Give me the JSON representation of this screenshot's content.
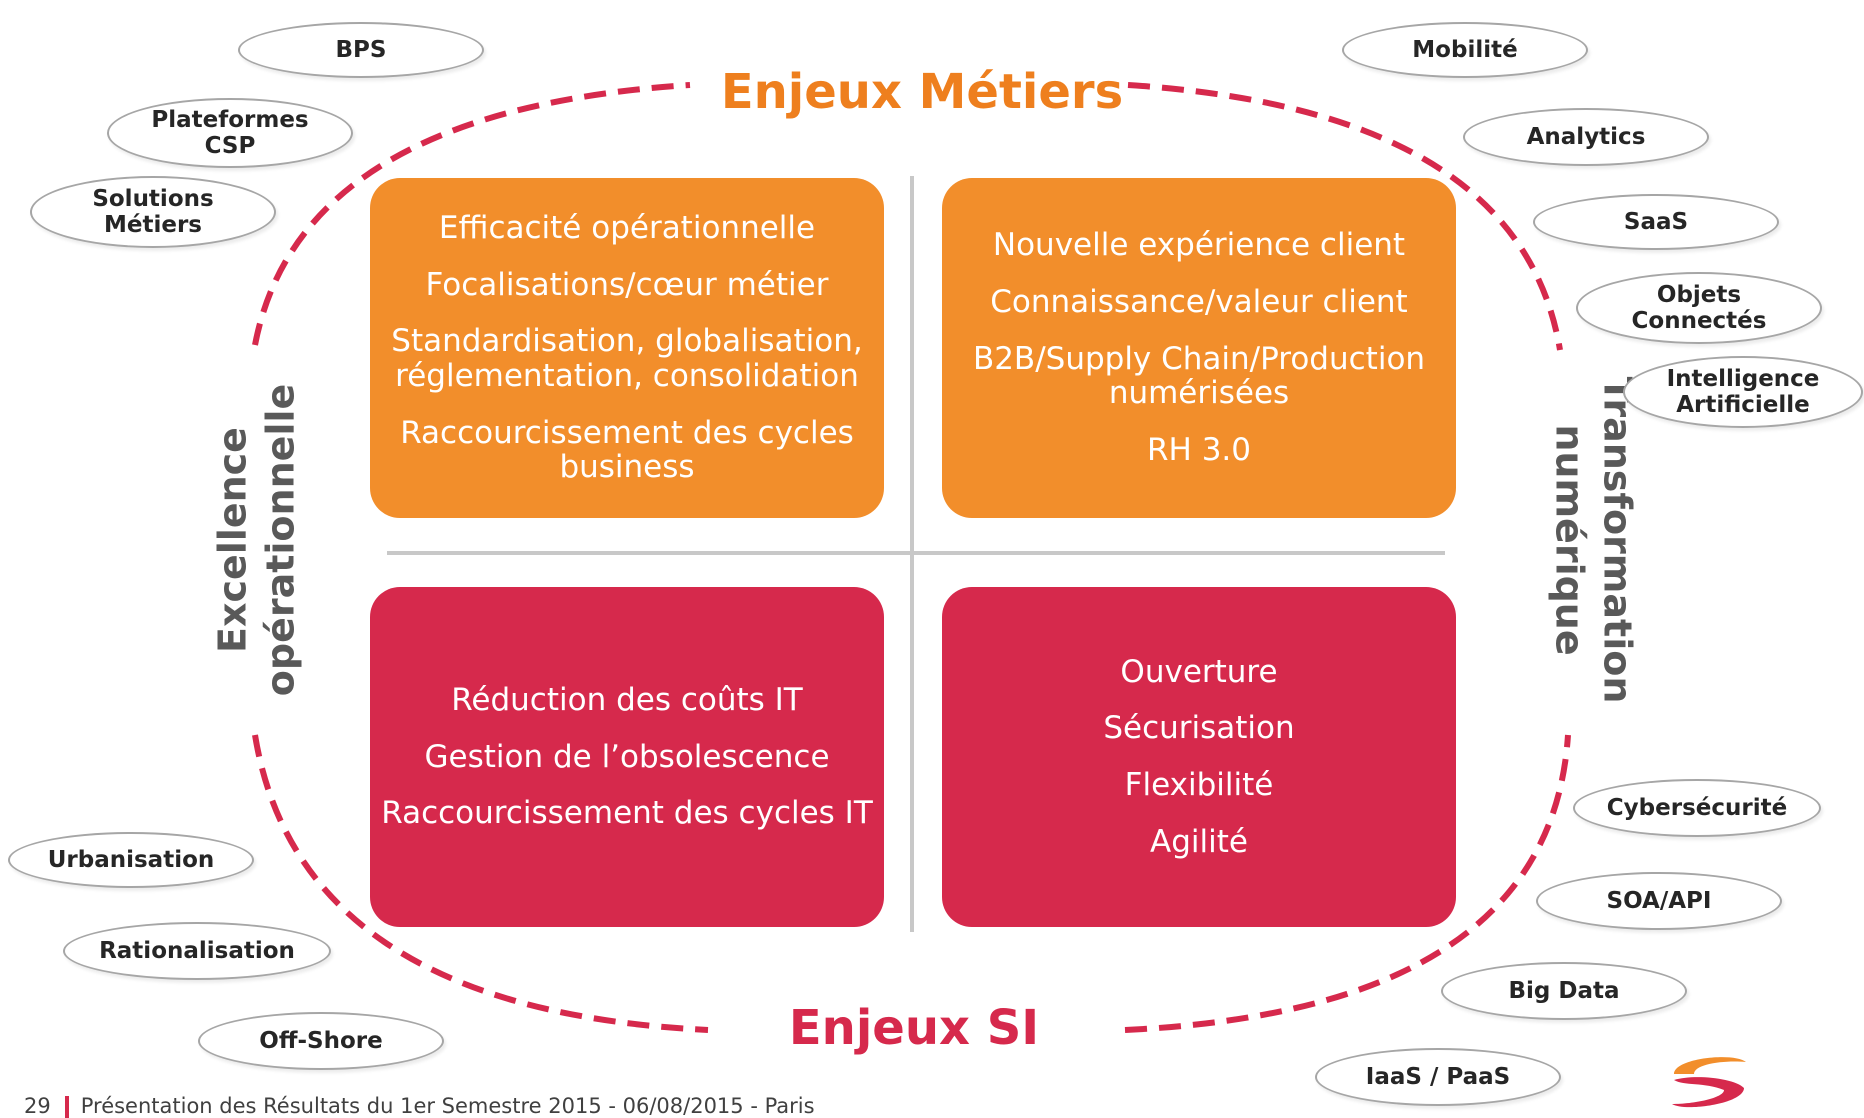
{
  "titles": {
    "top": "Enjeux Métiers",
    "bottom": "Enjeux SI",
    "left_line1": "Excellence",
    "left_line2": "opérationnelle",
    "right_line1": "Transformation",
    "right_line2": "numérique"
  },
  "quadrants": {
    "top_left": [
      "Efficacité opérationnelle",
      "Focalisations/cœur métier",
      "Standardisation, globalisation, réglementation, consolidation",
      "Raccourcissement des cycles business"
    ],
    "top_right": [
      "Nouvelle expérience client",
      "Connaissance/valeur client",
      "B2B/Supply Chain/Production numérisées",
      "RH 3.0"
    ],
    "bottom_left": [
      "Réduction des coûts IT",
      "Gestion de l’obsolescence",
      "Raccourcissement des cycles IT"
    ],
    "bottom_right": [
      "Ouverture",
      "Sécurisation",
      "Flexibilité",
      "Agilité"
    ]
  },
  "bubbles": {
    "bps": "BPS",
    "plateformes": "Plateformes CSP",
    "solutions": "Solutions Métiers",
    "mobilite": "Mobilité",
    "analytics": "Analytics",
    "saas": "SaaS",
    "objets": "Objets Connectés",
    "ia": "Intelligence Artificielle",
    "urbanisation": "Urbanisation",
    "rationalisation": "Rationalisation",
    "offshore": "Off-Shore",
    "cyber": "Cybersécurité",
    "soa": "SOA/API",
    "bigdata": "Big Data",
    "iaas": "IaaS / PaaS"
  },
  "footer": {
    "page": "29",
    "text": "Présentation des Résultats du 1er Semestre 2015 - 06/08/2015 - Paris"
  },
  "colors": {
    "orange": "#f28e2b",
    "red": "#d6294c",
    "title_orange": "#ee7f1e",
    "grey_text": "#595959"
  }
}
